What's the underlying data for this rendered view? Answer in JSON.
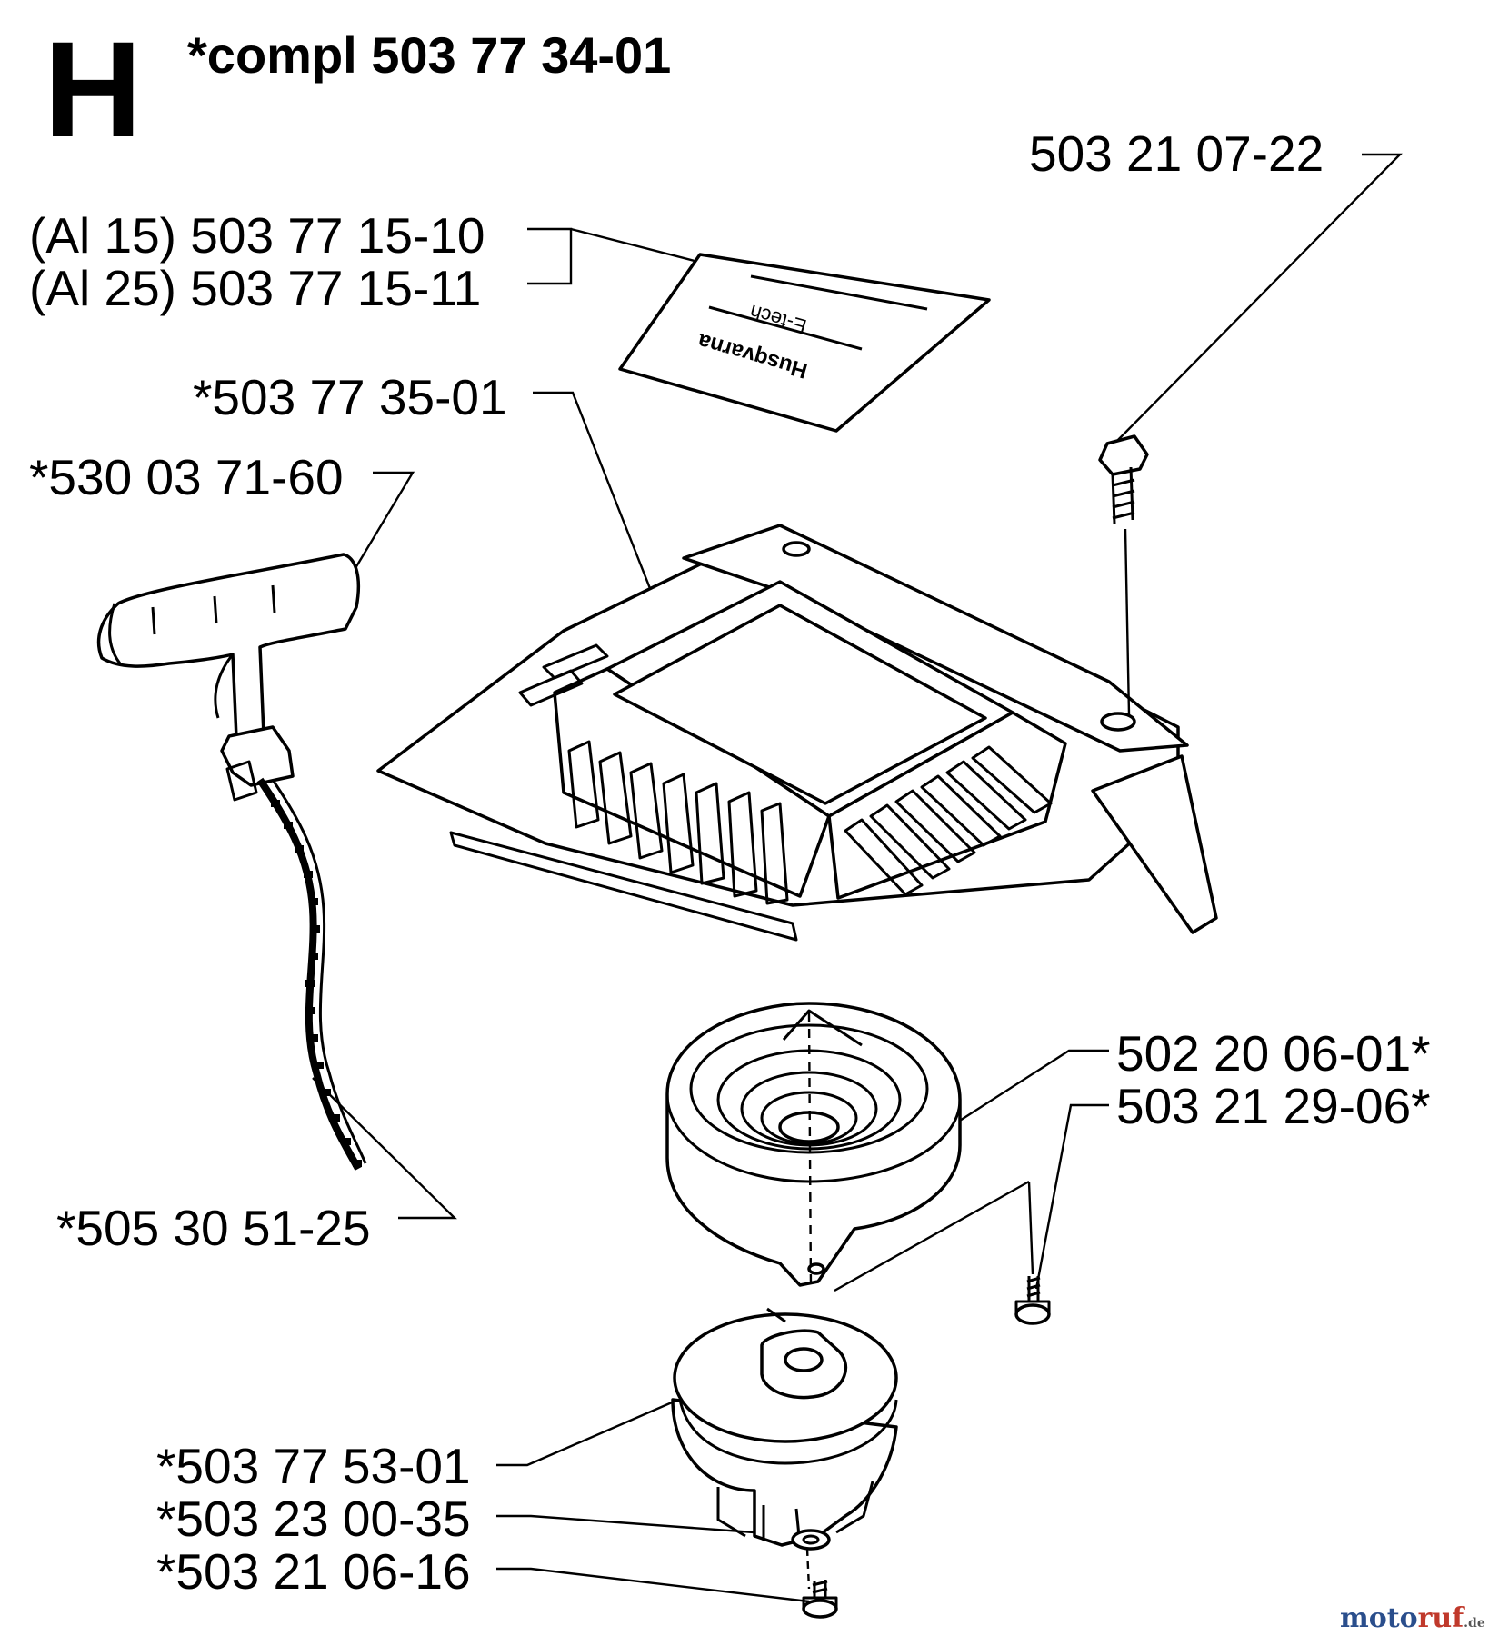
{
  "section_letter": "H",
  "title": "*compl 503 77 34-01",
  "parts": {
    "screw_top": "503 21 07-22",
    "decal_al15": "(Al 15) 503 77 15-10",
    "decal_al25": "(Al 25) 503 77 15-11",
    "cover": "*503 77 35-01",
    "handle": "*530 03 71-60",
    "rope": "*505 30 51-25",
    "spring": "502 20 06-01*",
    "spring_screw": "503 21 29-06*",
    "pulley": "*503 77 53-01",
    "washer": "*503 23 00-35",
    "bottom_screw": "*503 21 06-16"
  },
  "decal_text": {
    "brand": "Husqvarna",
    "model": "E-tech"
  },
  "watermark": {
    "main": "motoruf",
    "suffix": ".de",
    "colors": {
      "moto": "#2a4e8c",
      "ruf": "#c0392b"
    }
  }
}
